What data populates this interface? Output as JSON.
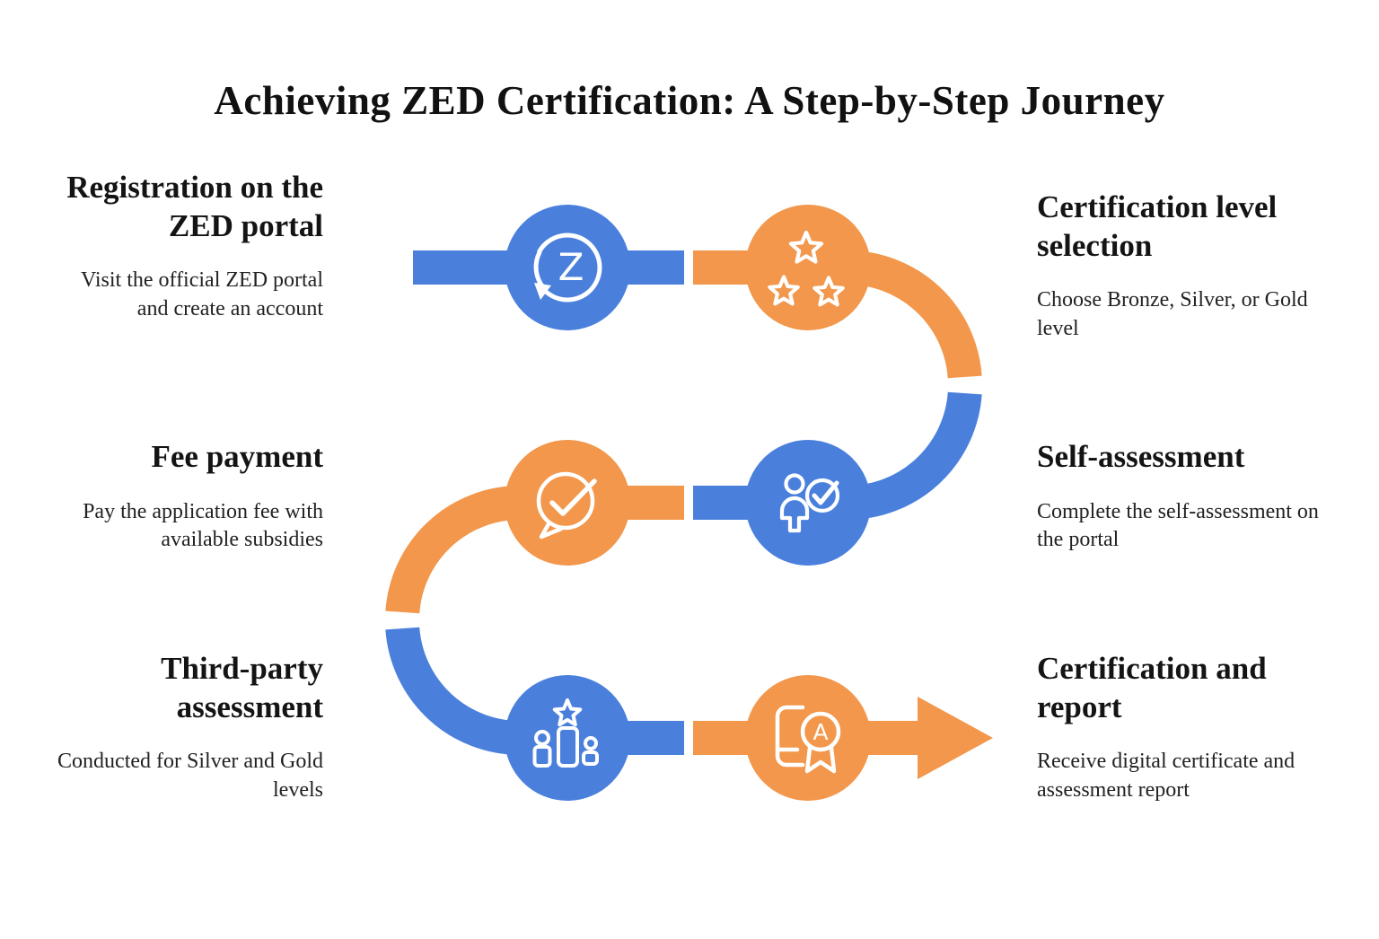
{
  "title": "Achieving ZED Certification: A Step-by-Step Journey",
  "colors": {
    "blue": "#4A80DC",
    "orange": "#F2974B",
    "icon_stroke": "#FFFFFF",
    "text": "#151515"
  },
  "steps": [
    {
      "side": "left",
      "node_color": "blue",
      "icon": "refresh-z-icon",
      "icon_letter": "Z",
      "heading": "Registration on the ZED portal",
      "description": "Visit the official ZED portal and create an account"
    },
    {
      "side": "right",
      "node_color": "orange",
      "icon": "three-stars-icon",
      "heading": "Certification level selection",
      "description": "Choose Bronze, Silver, or Gold level"
    },
    {
      "side": "left",
      "node_color": "orange",
      "icon": "chat-check-icon",
      "heading": "Fee payment",
      "description": "Pay the application fee with available subsidies"
    },
    {
      "side": "right",
      "node_color": "blue",
      "icon": "person-check-icon",
      "heading": "Self-assessment",
      "description": "Complete the self-assessment on the portal"
    },
    {
      "side": "left",
      "node_color": "blue",
      "icon": "podium-star-icon",
      "heading": "Third-party assessment",
      "description": "Conducted for Silver and Gold levels"
    },
    {
      "side": "right",
      "node_color": "orange",
      "icon": "certificate-icon",
      "icon_letter": "A",
      "heading": "Certification and report",
      "description": "Receive digital certificate and assessment report"
    }
  ]
}
